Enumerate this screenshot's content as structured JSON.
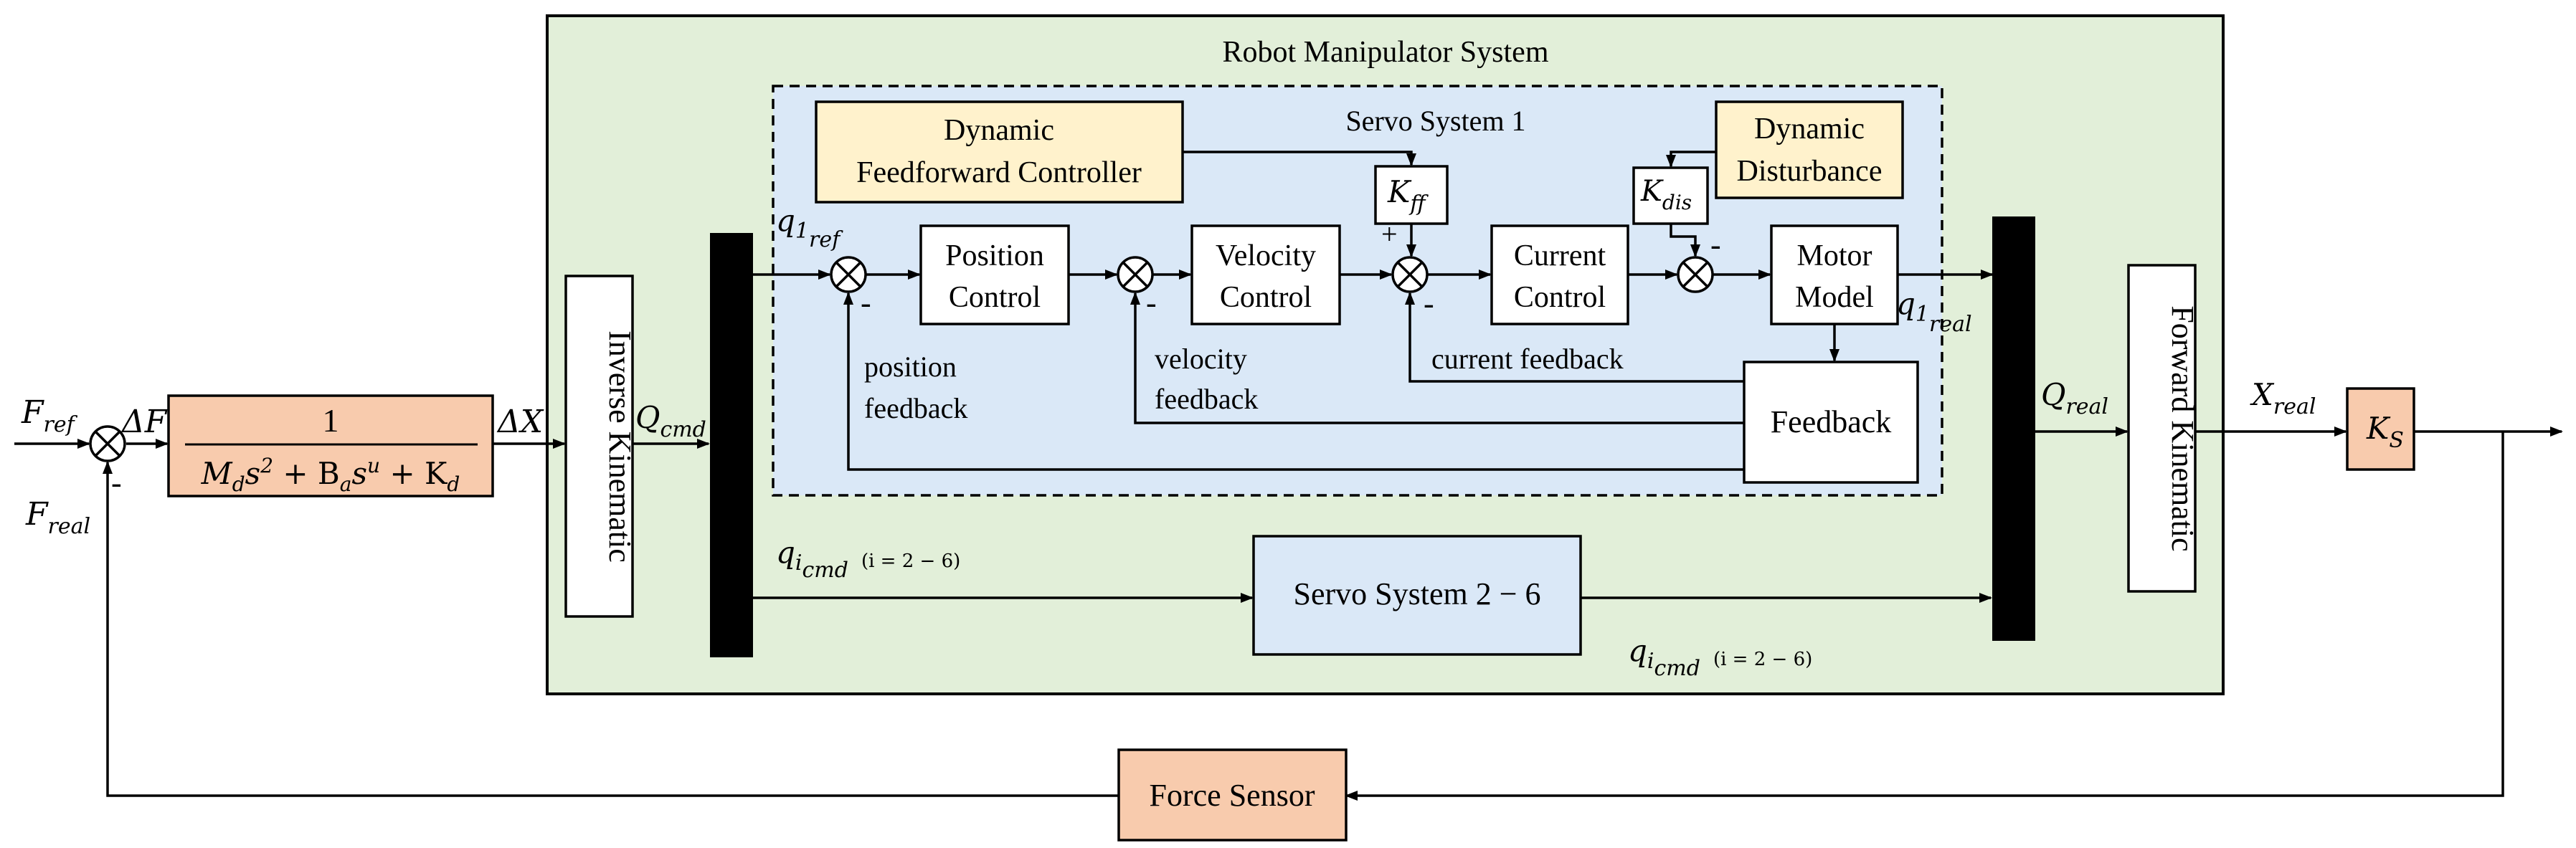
{
  "colors": {
    "outer_fill": "#e2efd9",
    "servo_fill": "#dae8f7",
    "orange_fill": "#f8cbad",
    "yellow_fill": "#fff2cc",
    "line": "#000000"
  },
  "labels": {
    "robot_system_title": "Robot Manipulator System",
    "servo1_title": "Servo System 1",
    "dyn_ff_line1": "Dynamic",
    "dyn_ff_line2": "Feedforward Controller",
    "dyn_dist_line1": "Dynamic",
    "dyn_dist_line2": "Disturbance",
    "pos_ctrl_line1": "Position",
    "pos_ctrl_line2": "Control",
    "vel_ctrl_line1": "Velocity",
    "vel_ctrl_line2": "Control",
    "cur_ctrl_line1": "Current",
    "cur_ctrl_line2": "Control",
    "motor_line1": "Motor",
    "motor_line2": "Model",
    "feedback": "Feedback",
    "inverse_kinematic": "Inverse Kinematic",
    "forward_kinematic": "Forward Kinematic",
    "servo_2_6": "Servo System 2 − 6",
    "force_sensor": "Force Sensor",
    "pos_fb_line1": "position",
    "pos_fb_line2": "feedback",
    "vel_fb_line1": "velocity",
    "vel_fb_line2": "feedback",
    "cur_fb": "current feedback",
    "tf_num": "1"
  },
  "math": {
    "F": "F",
    "ref": "ref",
    "real": "real",
    "delta_F": "ΔF",
    "delta_X": "ΔX",
    "Q": "Q",
    "cmd": "cmd",
    "X": "X",
    "K": "K",
    "S": "S",
    "ff": "ff",
    "dis": "dis",
    "q": "q",
    "one": "1",
    "i": "i",
    "range_note": "(i = 2 − 6)",
    "tf_M": "M",
    "tf_d": "d",
    "tf_s2": "s",
    "tf_sq": "2",
    "tf_plus1": " + B",
    "tf_a": "a",
    "tf_su": "s",
    "tf_u": "u",
    "tf_plus2": " + K",
    "tf_d2": "d",
    "minus": "-",
    "plus": "+"
  }
}
